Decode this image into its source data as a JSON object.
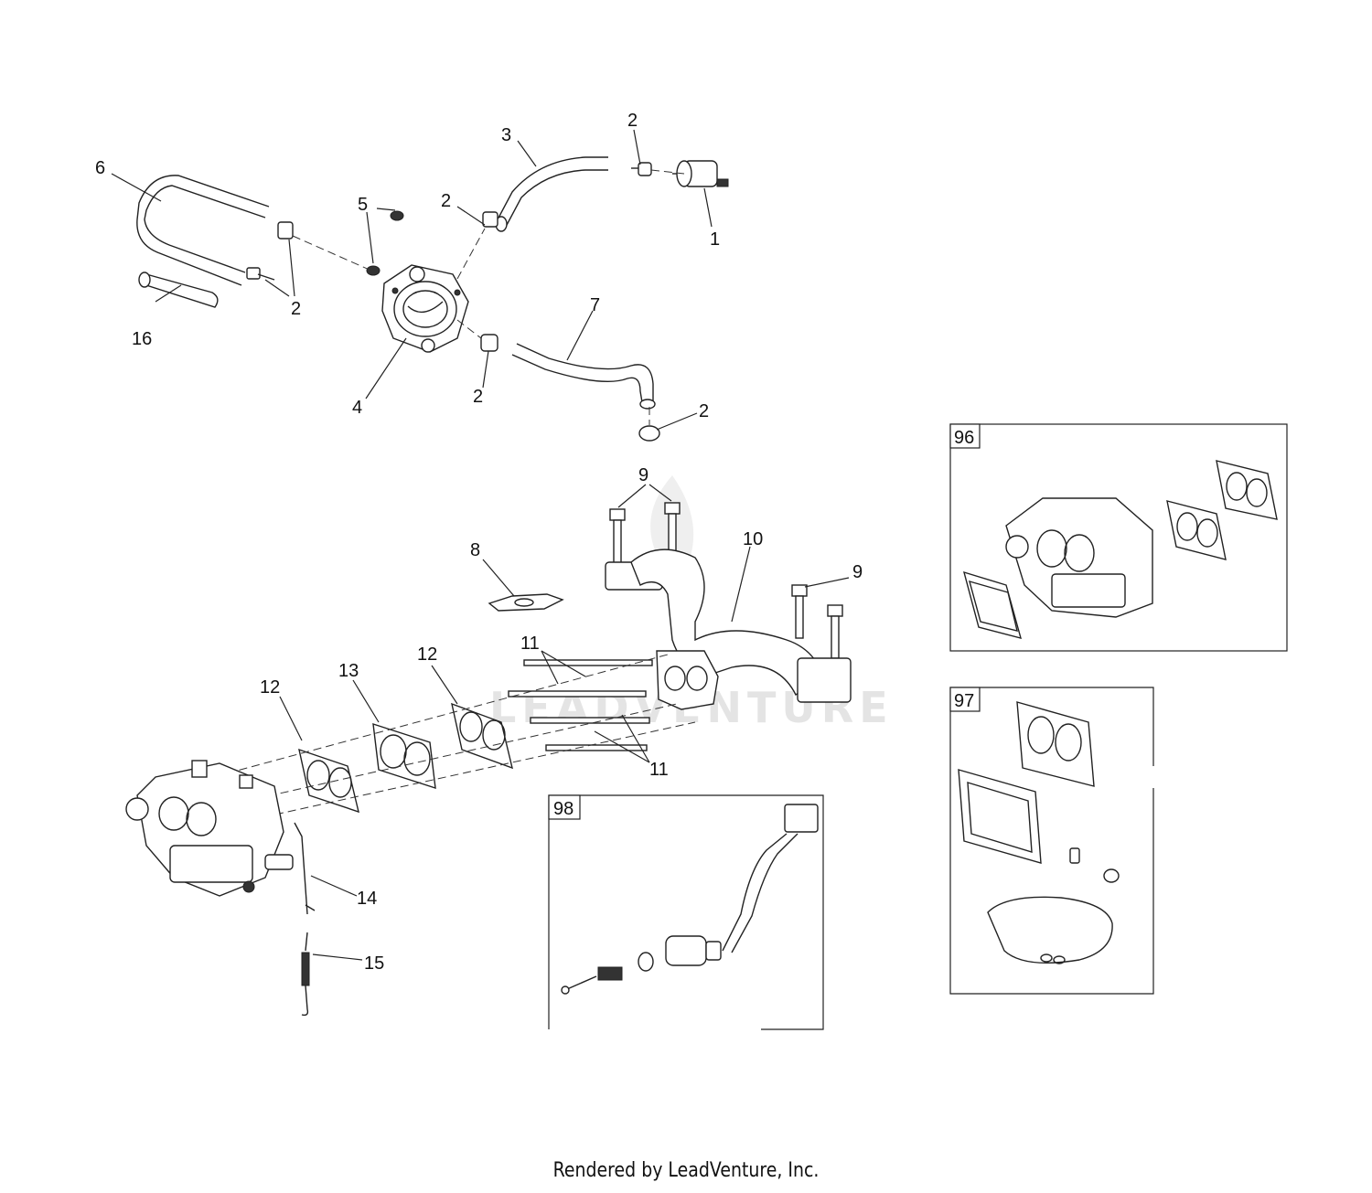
{
  "watermark": {
    "text": "LEADVENTURE"
  },
  "footer": {
    "text": "Rendered by LeadVenture, Inc."
  },
  "callouts": {
    "c1": "1",
    "c2a": "2",
    "c2b": "2",
    "c2c": "2",
    "c2d": "2",
    "c2e": "2",
    "c3": "3",
    "c4": "4",
    "c5": "5",
    "c6": "6",
    "c7": "7",
    "c8": "8",
    "c9a": "9",
    "c9b": "9",
    "c10": "10",
    "c11a": "11",
    "c11b": "11",
    "c12a": "12",
    "c12b": "12",
    "c13": "13",
    "c14": "14",
    "c15": "15",
    "c16": "16"
  },
  "kits": [
    {
      "label": "96"
    },
    {
      "label": "97"
    },
    {
      "label": "98"
    }
  ]
}
